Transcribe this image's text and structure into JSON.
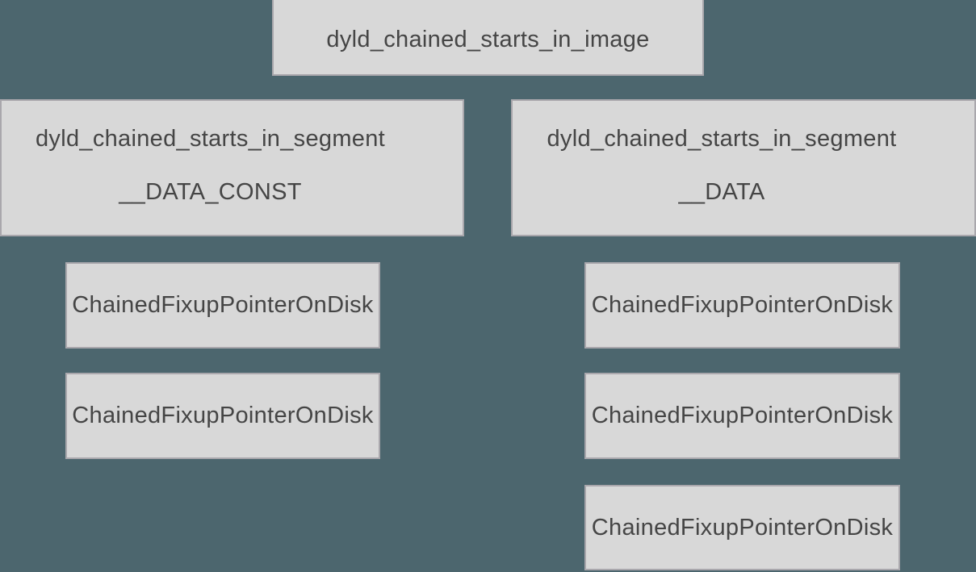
{
  "colors": {
    "background": "#4c666e",
    "box_fill": "#d8d8d8",
    "box_border": "#a9a7ac",
    "text": "#454545"
  },
  "diagram": {
    "root_box": {
      "label": "dyld_chained_starts_in_image"
    },
    "segment_left": {
      "title": "dyld_chained_starts_in_segment",
      "segment_name": "__DATA_CONST",
      "pointers": [
        "ChainedFixupPointerOnDisk",
        "ChainedFixupPointerOnDisk"
      ]
    },
    "segment_right": {
      "title": "dyld_chained_starts_in_segment",
      "segment_name": "__DATA",
      "pointers": [
        "ChainedFixupPointerOnDisk",
        "ChainedFixupPointerOnDisk",
        "ChainedFixupPointerOnDisk"
      ]
    }
  }
}
